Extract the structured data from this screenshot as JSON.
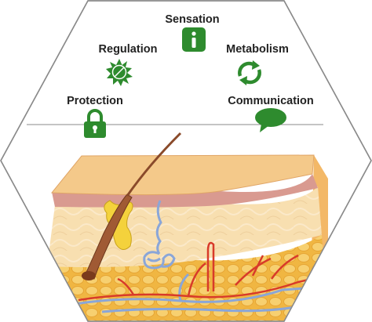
{
  "functions": {
    "sensation": {
      "label": "Sensation",
      "icon": "info-icon"
    },
    "regulation": {
      "label": "Regulation",
      "icon": "sun-icon"
    },
    "metabolism": {
      "label": "Metabolism",
      "icon": "recycle-icon"
    },
    "protection": {
      "label": "Protection",
      "icon": "padlock-icon"
    },
    "communication": {
      "label": "Communication",
      "icon": "speech-bubble-icon"
    }
  },
  "colors": {
    "icon_green": "#2e8b2e",
    "outline": "#8a8a8a",
    "epidermis": "#f4c98a",
    "dermis_band": "#d99a90",
    "dermis": "#f8dfb0",
    "fat": "#f3c35a",
    "gland": "#f4d23c",
    "vein": "#8aa6d8",
    "artery": "#d83a2a",
    "hair": "#8a4a2a"
  }
}
